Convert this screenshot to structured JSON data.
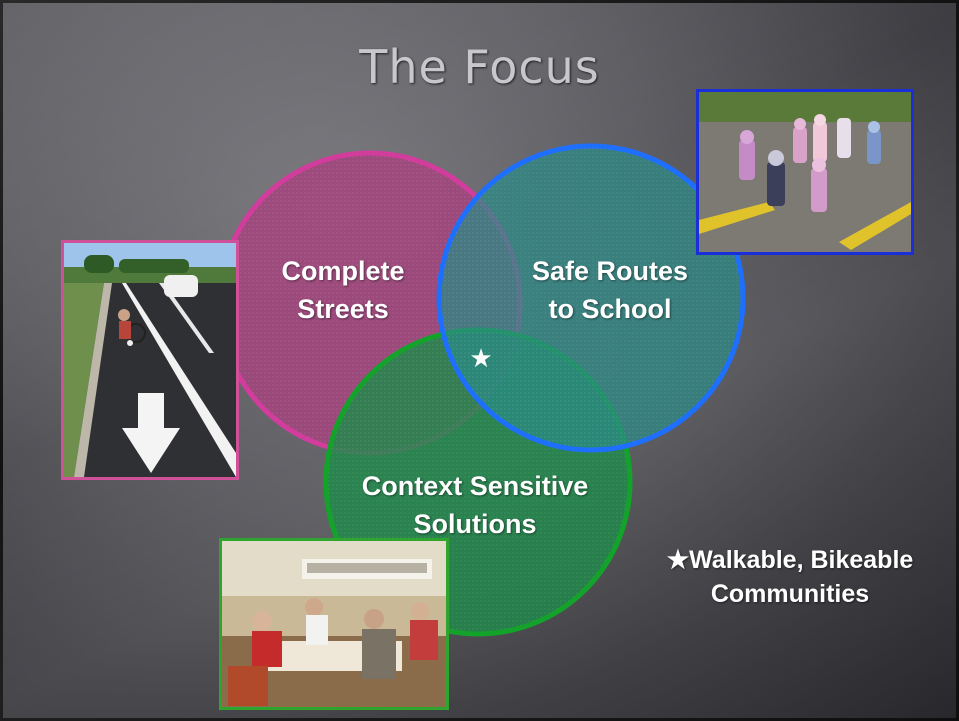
{
  "title": "The Focus",
  "circles": {
    "complete_streets": {
      "label_line1": "Complete",
      "label_line2": "Streets",
      "color": "#c2428e"
    },
    "safe_routes": {
      "label_line1": "Safe Routes",
      "label_line2": "to School",
      "color": "#1f6fff"
    },
    "context_sensitive": {
      "label_line1": "Context Sensitive",
      "label_line2": "Solutions",
      "color": "#1a9a2e"
    }
  },
  "intersection_marker": "★",
  "legend": {
    "star": "★",
    "line1": "Walkable, Bikeable",
    "line2": "Communities"
  },
  "photos": {
    "bike_lane": {
      "border_color": "#d0509a"
    },
    "school_children": {
      "border_color": "#1a2fd8"
    },
    "meeting": {
      "border_color": "#2fa42f"
    }
  }
}
